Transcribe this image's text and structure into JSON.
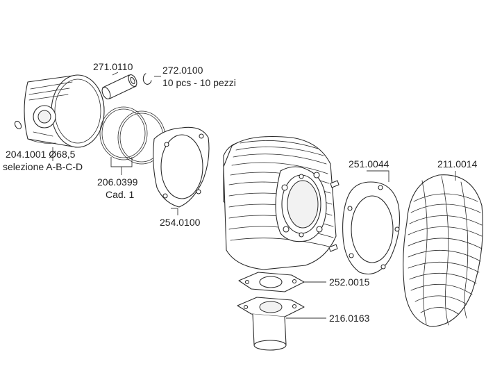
{
  "labels": {
    "piston_pin": "271.0110",
    "circlip": "272.0100",
    "circlip_qty": "10 pcs - 10 pezzi",
    "piston": "204.1001 Ø68,5",
    "piston_selection": "selezione A-B-C-D",
    "rings": "206.0399",
    "rings_qty": "Cad. 1",
    "base_gasket": "254.0100",
    "head_gasket": "251.0044",
    "cylinder_head": "211.0014",
    "intake_gasket": "252.0015",
    "intake_manifold": "216.0163"
  },
  "colors": {
    "line": "#2a2a2a",
    "text": "#222222",
    "background": "#ffffff"
  }
}
